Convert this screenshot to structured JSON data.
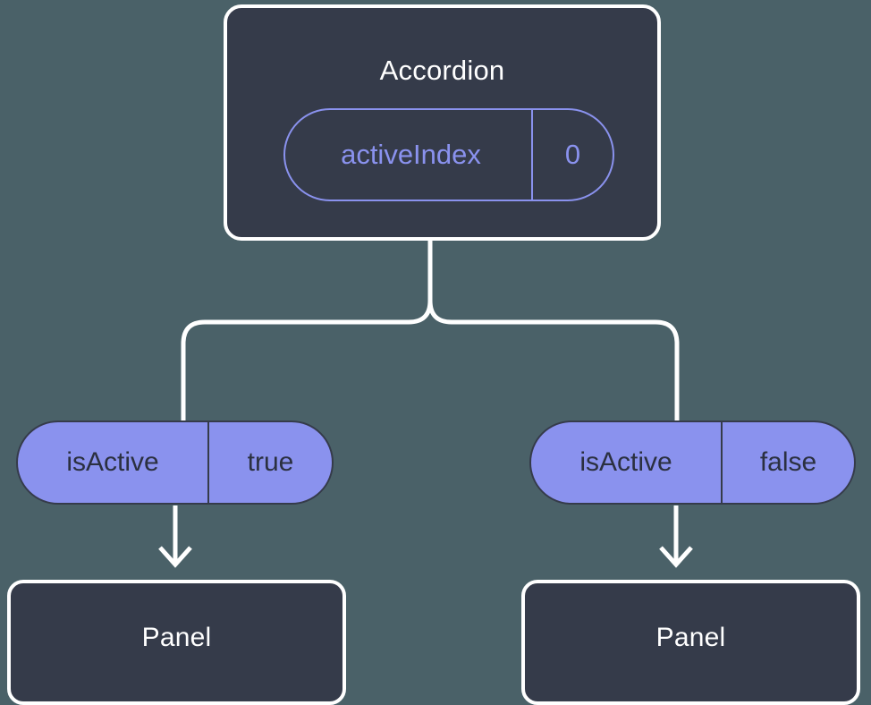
{
  "diagram": {
    "type": "component-tree",
    "background_color": "#4a6168",
    "box_fill_color": "#353b4a",
    "box_border_color": "#ffffff",
    "accent_color": "#8a92ee",
    "connector_color": "#ffffff"
  },
  "root": {
    "title": "Accordion",
    "prop": {
      "key": "activeIndex",
      "value": "0"
    }
  },
  "branches": [
    {
      "prop": {
        "key": "isActive",
        "value": "true"
      },
      "child": {
        "title": "Panel"
      }
    },
    {
      "prop": {
        "key": "isActive",
        "value": "false"
      },
      "child": {
        "title": "Panel"
      }
    }
  ]
}
